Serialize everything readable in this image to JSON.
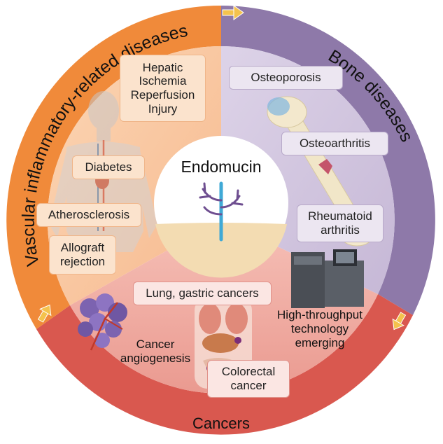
{
  "ring_labels": {
    "vascular": "Vascular inflammatory-related diseases",
    "bone": "Bone diseases",
    "cancers": "Cancers"
  },
  "center": {
    "title": "Endomucin"
  },
  "vascular_items": {
    "hepatic": "Hepatic\nIschemia\nReperfusion\nInjury",
    "diabetes": "Diabetes",
    "atherosclerosis": "Atherosclerosis",
    "allograft": "Allograft\nrejection"
  },
  "bone_items": {
    "osteoporosis": "Osteoporosis",
    "osteoarthritis": "Osteoarthritis",
    "rheumatoid": "Rheumatoid\narthritis"
  },
  "cancer_items": {
    "lung_gastric": "Lung, gastric cancers",
    "colorectal": "Colorectal\ncancer",
    "angiogenesis": "Cancer\nangiogenesis",
    "high_throughput": "High-throughput\ntechnology\nemerging"
  },
  "colors": {
    "ring_orange": "#f08a3a",
    "ring_purple": "#8e79a9",
    "ring_red": "#d9584f",
    "sector_orange": "#f9c9a0",
    "sector_purple": "#cfc2dc",
    "sector_red": "#eea79f",
    "arrow": "#f4c24d"
  }
}
